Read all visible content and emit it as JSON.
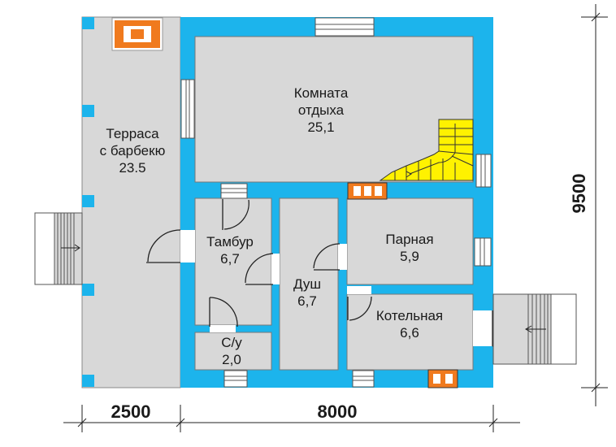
{
  "rooms": {
    "terrace": {
      "line1": "Терраса",
      "line2": "с барбекю",
      "area": "23.5"
    },
    "lounge": {
      "line1": "Комната",
      "line2": "отдыха",
      "area": "25,1"
    },
    "vestibule": {
      "name": "Тамбур",
      "area": "6,7"
    },
    "shower": {
      "name": "Душ",
      "area": "6,7"
    },
    "wc": {
      "name": "С/у",
      "area": "2,0"
    },
    "steam": {
      "name": "Парная",
      "area": "5,9"
    },
    "boiler": {
      "name": "Котельная",
      "area": "6,6"
    }
  },
  "dimensions": {
    "terrace_width": "2500",
    "house_width": "8000",
    "depth": "9500"
  },
  "colors": {
    "wall": "#1cb4ec",
    "floor": "#d8d8d8",
    "stove": "#f07a1e",
    "stairs": "#fff200"
  }
}
